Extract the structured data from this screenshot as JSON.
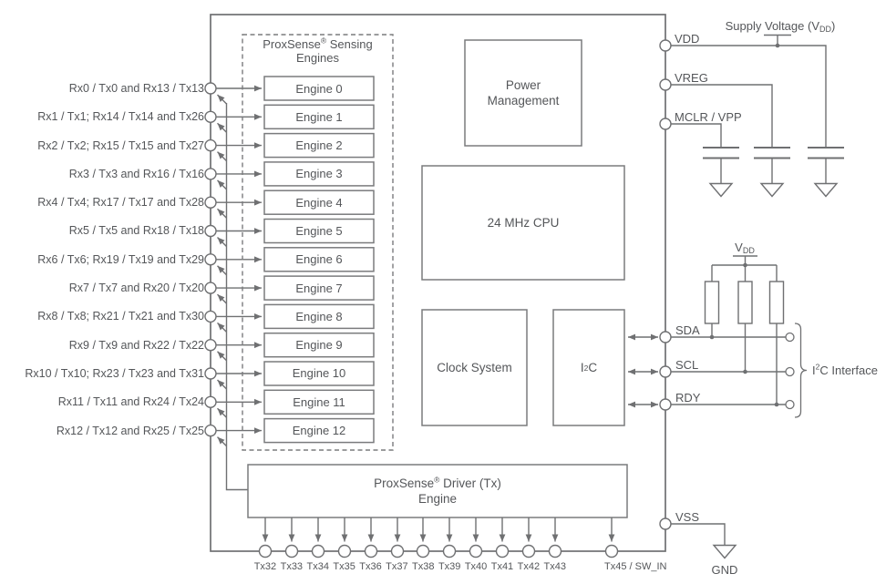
{
  "diagram": {
    "left_pins": [
      "Rx0 / Tx0 and Rx13 / Tx13",
      "Rx1 / Tx1; Rx14 / Tx14 and Tx26",
      "Rx2 / Tx2; Rx15 / Tx15 and Tx27",
      "Rx3 / Tx3 and Rx16 / Tx16",
      "Rx4 / Tx4; Rx17 / Tx17 and Tx28",
      "Rx5 / Tx5 and Rx18 / Tx18",
      "Rx6 / Tx6; Rx19 / Tx19 and Tx29",
      "Rx7 / Tx7 and Rx20 / Tx20",
      "Rx8 / Tx8; Rx21 / Tx21 and Tx30",
      "Rx9 / Tx9 and Rx22 / Tx22",
      "Rx10 / Tx10; Rx23 / Tx23 and Tx31",
      "Rx11 / Tx11 and Rx24 / Tx24",
      "Rx12 / Tx12 and Rx25 / Tx25"
    ],
    "sensing_block": {
      "title_brand": "ProxSense",
      "title_reg": "®",
      "title_rest": " Sensing",
      "title_line2": "Engines",
      "engines": [
        "Engine 0",
        "Engine 1",
        "Engine 2",
        "Engine 3",
        "Engine 4",
        "Engine 5",
        "Engine 6",
        "Engine 7",
        "Engine 8",
        "Engine 9",
        "Engine 10",
        "Engine 11",
        "Engine 12"
      ]
    },
    "modules": {
      "power_line1": "Power",
      "power_line2": "Management",
      "cpu": "24 MHz CPU",
      "clock": "Clock System",
      "i2c_base": "I",
      "i2c_sup": "2",
      "i2c_rest": "C"
    },
    "driver_block": {
      "brand": "ProxSense",
      "reg": "®",
      "rest": " Driver (Tx)",
      "line2": "Engine"
    },
    "bottom_pins": [
      "Tx32",
      "Tx33",
      "Tx34",
      "Tx35",
      "Tx36",
      "Tx37",
      "Tx38",
      "Tx39",
      "Tx40",
      "Tx41",
      "Tx42",
      "Tx43"
    ],
    "bottom_pin_last": "Tx45 / SW_IN",
    "right_pins": {
      "vdd": "VDD",
      "vreg": "VREG",
      "mclr": "MCLR / VPP",
      "sda": "SDA",
      "scl": "SCL",
      "rdy": "RDY",
      "vss": "VSS"
    },
    "external": {
      "supply_pre": "Supply Voltage (V",
      "supply_sub": "DD",
      "supply_post": ")",
      "pullup_pre": "V",
      "pullup_sub": "DD",
      "iface_base": "I",
      "iface_sup": "2",
      "iface_rest": "C Interface",
      "gnd": "GND"
    },
    "colors": {
      "line": "#6f7072",
      "box_border": "#7a7b7d",
      "text": "#545659",
      "background": "#ffffff"
    }
  }
}
